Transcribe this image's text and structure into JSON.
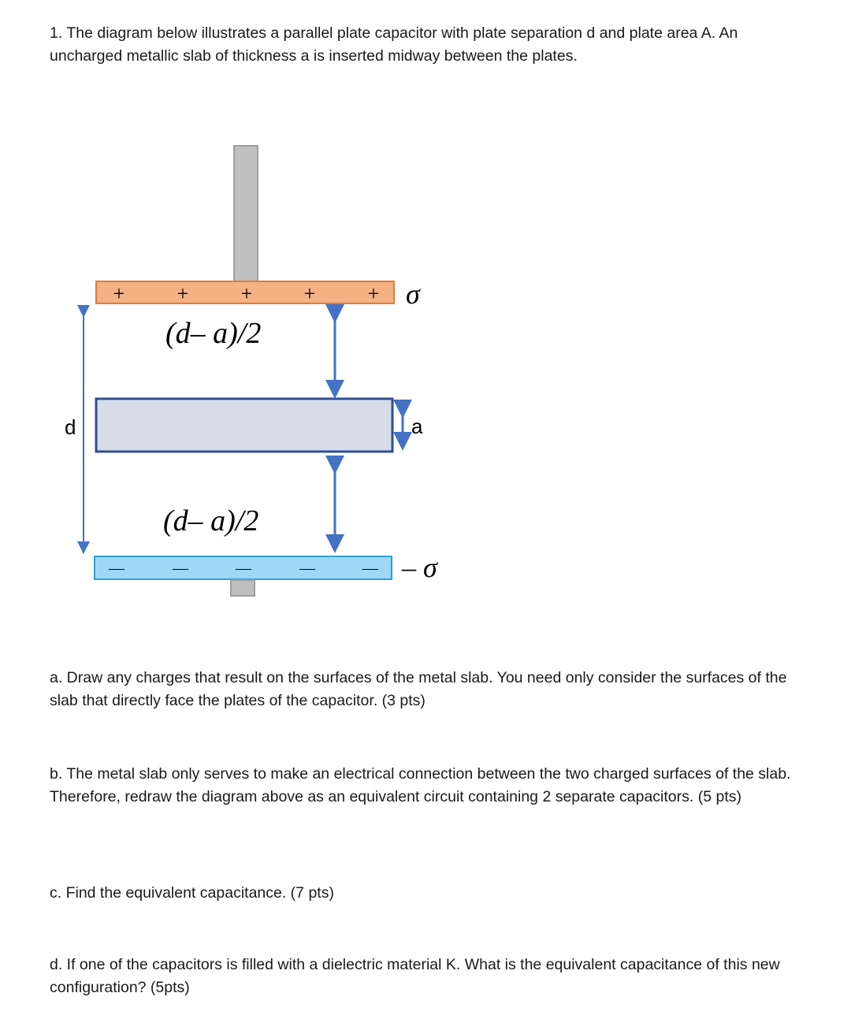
{
  "intro": "1. The diagram below illustrates a parallel plate capacitor with plate separation d and plate area A. An uncharged metallic slab of thickness a is inserted midway between the plates.",
  "figure": {
    "top_plate_signs": [
      "+",
      "+",
      "+",
      "+",
      "+"
    ],
    "bottom_plate_signs": [
      "—",
      "—",
      "—",
      "—",
      "—"
    ],
    "top_gap_label": "(d– a)/2",
    "bottom_gap_label": "(d– a)/2",
    "top_charge_label": "σ",
    "bottom_charge_label": "– σ",
    "total_separation_label": "d",
    "slab_thickness_label": "a",
    "colors": {
      "top_plate": "#f4b183",
      "top_plate_border": "#e07b39",
      "bottom_plate": "#9fd8f5",
      "bottom_plate_border": "#2f9fd6",
      "slab": "#d6dce8",
      "slab_border": "#2f4f8f",
      "arrow": "#4472c4",
      "lead": "#bfbfbf"
    }
  },
  "questions": {
    "a": "a. Draw any charges that result on the surfaces of the metal slab. You need only consider the surfaces of the slab that directly face the plates of the capacitor. (3 pts)",
    "b": "b. The metal slab only serves to make an electrical connection between the two charged surfaces of the slab. Therefore, redraw the diagram above as an equivalent circuit containing 2 separate capacitors. (5 pts)",
    "c": "c. Find the equivalent capacitance. (7 pts)",
    "d": "d. If one of the capacitors is filled with a dielectric material K. What is the equivalent capacitance of this new configuration? (5pts)"
  }
}
